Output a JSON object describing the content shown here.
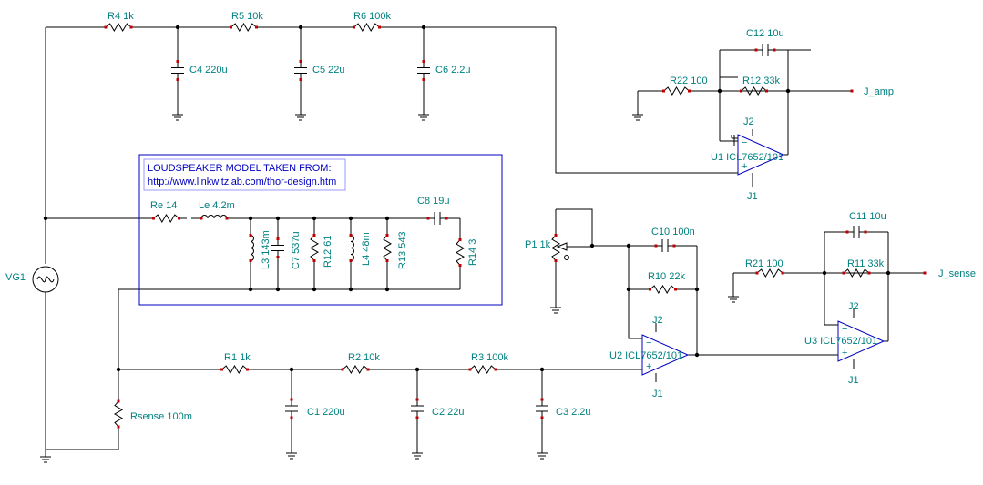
{
  "title_note": {
    "line1": "LOUDSPEAKER MODEL TAKEN FROM:",
    "line2": "http://www.linkwitzlab.com/thor-design.htm"
  },
  "labels": {
    "R4": "R4 1k",
    "R5": "R5 10k",
    "R6": "R6 100k",
    "C4": "C4 220u",
    "C5": "C5 22u",
    "C6": "C6 2.2u",
    "C12": "C12 10u",
    "R22": "R22 100",
    "R12": "R12 33k",
    "J_amp": "J_amp",
    "U1": "U1 ICL7652/101",
    "J2a": "J2",
    "J1a": "J1",
    "Re": "Re 14",
    "Le": "Le 4.2m",
    "C8": "C8 19u",
    "L3": "L3 143m",
    "C7": "C7 537u",
    "R12b": "R12 61",
    "L4": "L4 48m",
    "R13": "R13 543",
    "R14": "R14 3",
    "VG1": "VG1",
    "P1": "P1 1k",
    "C10": "C10 100n",
    "R10": "R10 22k",
    "U2": "U2 ICL7652/101",
    "J2b": "J2",
    "J1b": "J1",
    "C11": "C11 10u",
    "R21": "R21 100",
    "R11": "R11 33k",
    "J_sense": "J_sense",
    "U3": "U3 ICL7652/101",
    "J2c": "J2",
    "J1c": "J1",
    "R1": "R1 1k",
    "R2": "R2 10k",
    "R3": "R3 100k",
    "C1": "C1 220u",
    "C2": "C2 22u",
    "C3": "C3 2.2u",
    "Rsense": "Rsense 100m"
  },
  "colors": {
    "wire": "#000000",
    "label": "#008080",
    "note": "#0000c0",
    "component": "#008000",
    "pin": "#c00000"
  }
}
